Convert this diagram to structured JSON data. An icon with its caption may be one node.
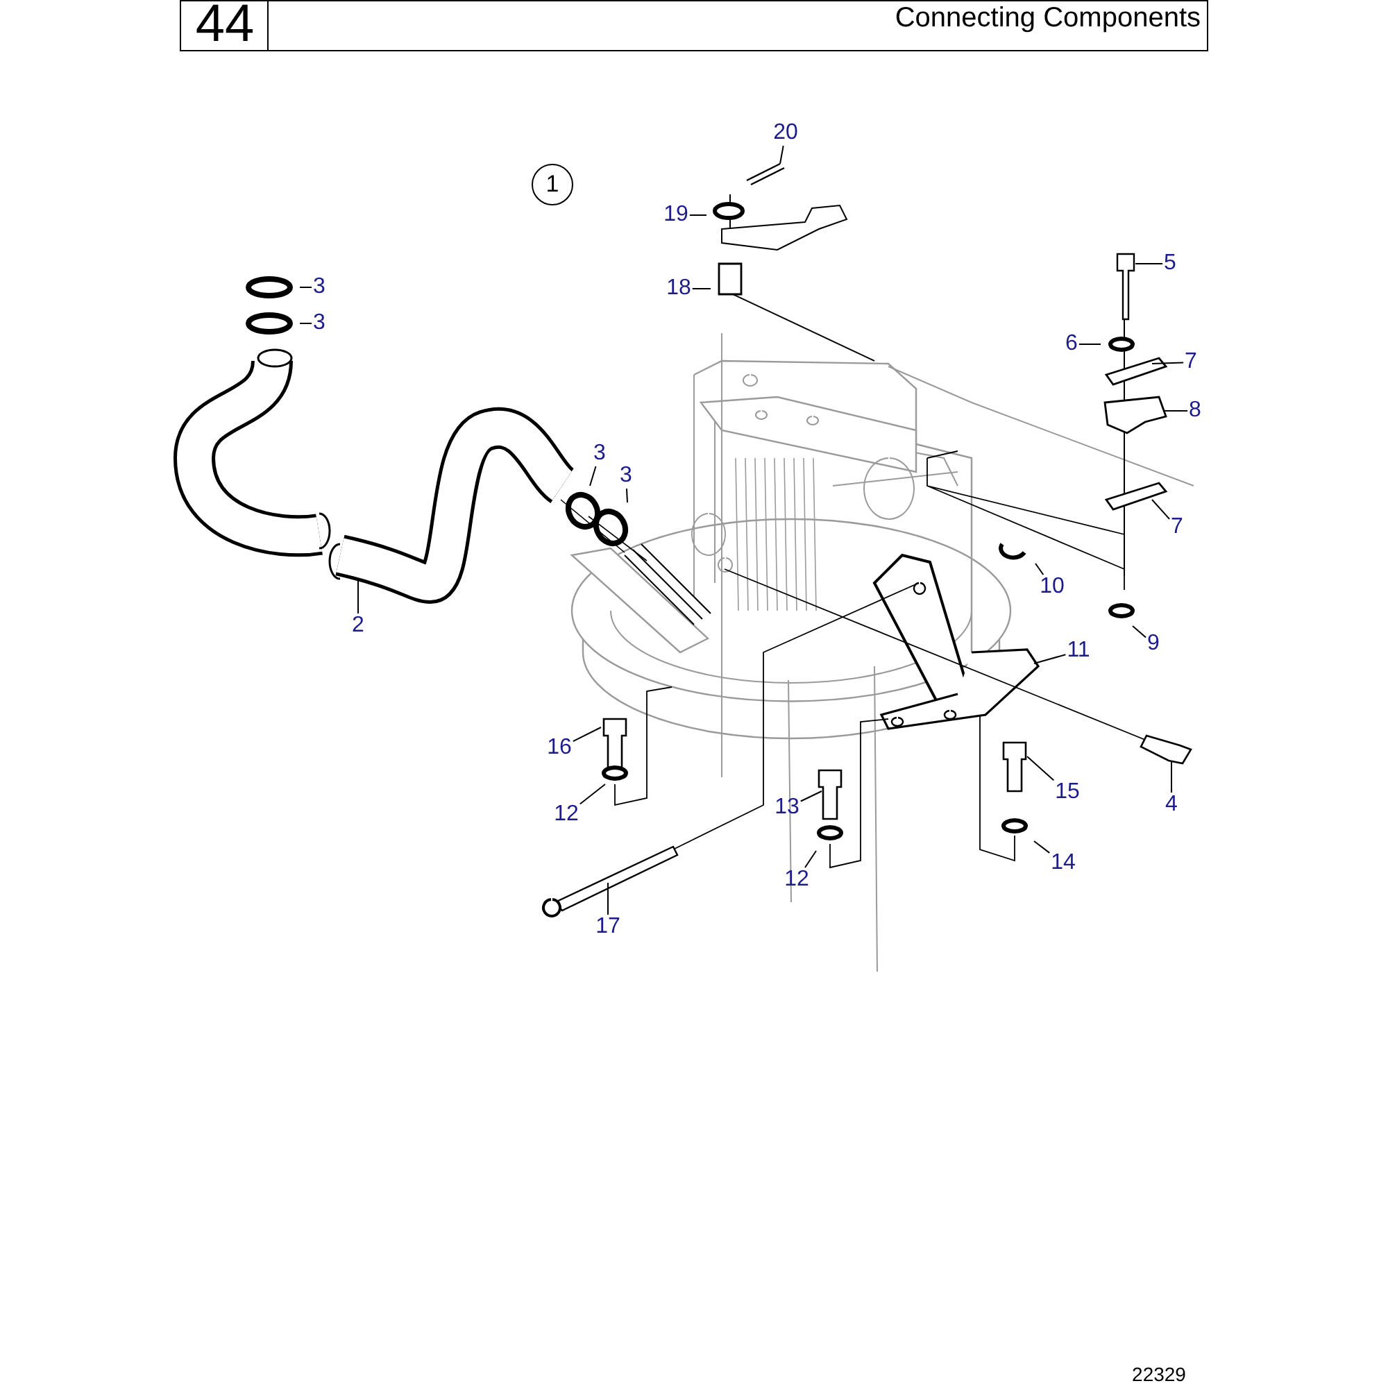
{
  "diagram": {
    "title": "Connecting Components",
    "nodes": [
      {
        "text": [
          "1"
        ]
      },
      {
        "text": [
          "20"
        ]
      },
      {
        "text": [
          "19"
        ]
      },
      {
        "text": [
          "18"
        ]
      },
      {
        "text": [
          "3"
        ]
      },
      {
        "text": [
          "3"
        ]
      },
      {
        "text": [
          "5"
        ]
      },
      {
        "text": [
          "6"
        ]
      },
      {
        "text": [
          "7"
        ]
      },
      {
        "text": [
          "8"
        ]
      },
      {
        "text": [
          "3"
        ]
      },
      {
        "text": [
          "3"
        ]
      },
      {
        "text": [
          "7"
        ]
      },
      {
        "text": [
          "10"
        ]
      },
      {
        "text": [
          "9"
        ]
      },
      {
        "text": [
          "2"
        ]
      },
      {
        "text": [
          "11"
        ]
      },
      {
        "text": [
          "16"
        ]
      },
      {
        "text": [
          "4"
        ]
      },
      {
        "text": [
          "12"
        ]
      },
      {
        "text": [
          "15"
        ]
      },
      {
        "text": [
          "13"
        ]
      },
      {
        "text": [
          "12"
        ]
      },
      {
        "text": [
          "14"
        ]
      },
      {
        "text": [
          "17"
        ]
      }
    ],
    "edges": [
      {
        "from": 1,
        "to": null,
        "arrow": "none"
      },
      {
        "from": 2,
        "to": null,
        "arrow": "none"
      },
      {
        "from": 3,
        "to": null,
        "arrow": "none"
      },
      {
        "from": 4,
        "to": null,
        "arrow": "none"
      },
      {
        "from": 5,
        "to": null,
        "arrow": "none"
      },
      {
        "from": 6,
        "to": null,
        "arrow": "none"
      },
      {
        "from": 7,
        "to": null,
        "arrow": "none"
      },
      {
        "from": 8,
        "to": null,
        "arrow": "none"
      },
      {
        "from": 9,
        "to": null,
        "arrow": "none"
      },
      {
        "from": 10,
        "to": null,
        "arrow": "none"
      },
      {
        "from": 11,
        "to": null,
        "arrow": "none"
      },
      {
        "from": 12,
        "to": null,
        "arrow": "none"
      },
      {
        "from": 13,
        "to": null,
        "arrow": "none"
      },
      {
        "from": 14,
        "to": null,
        "arrow": "none"
      },
      {
        "from": 15,
        "to": null,
        "arrow": "none"
      },
      {
        "from": 16,
        "to": null,
        "arrow": "none"
      },
      {
        "from": 17,
        "to": null,
        "arrow": "none"
      },
      {
        "from": 18,
        "to": null,
        "arrow": "none"
      },
      {
        "from": 19,
        "to": null,
        "arrow": "none"
      },
      {
        "from": 20,
        "to": null,
        "arrow": "none"
      },
      {
        "from": 21,
        "to": null,
        "arrow": "none"
      },
      {
        "from": 22,
        "to": null,
        "arrow": "none"
      },
      {
        "from": 23,
        "to": null,
        "arrow": "none"
      },
      {
        "from": 24,
        "to": null,
        "arrow": "none"
      }
    ],
    "labels": [
      "44",
      "22329"
    ]
  }
}
